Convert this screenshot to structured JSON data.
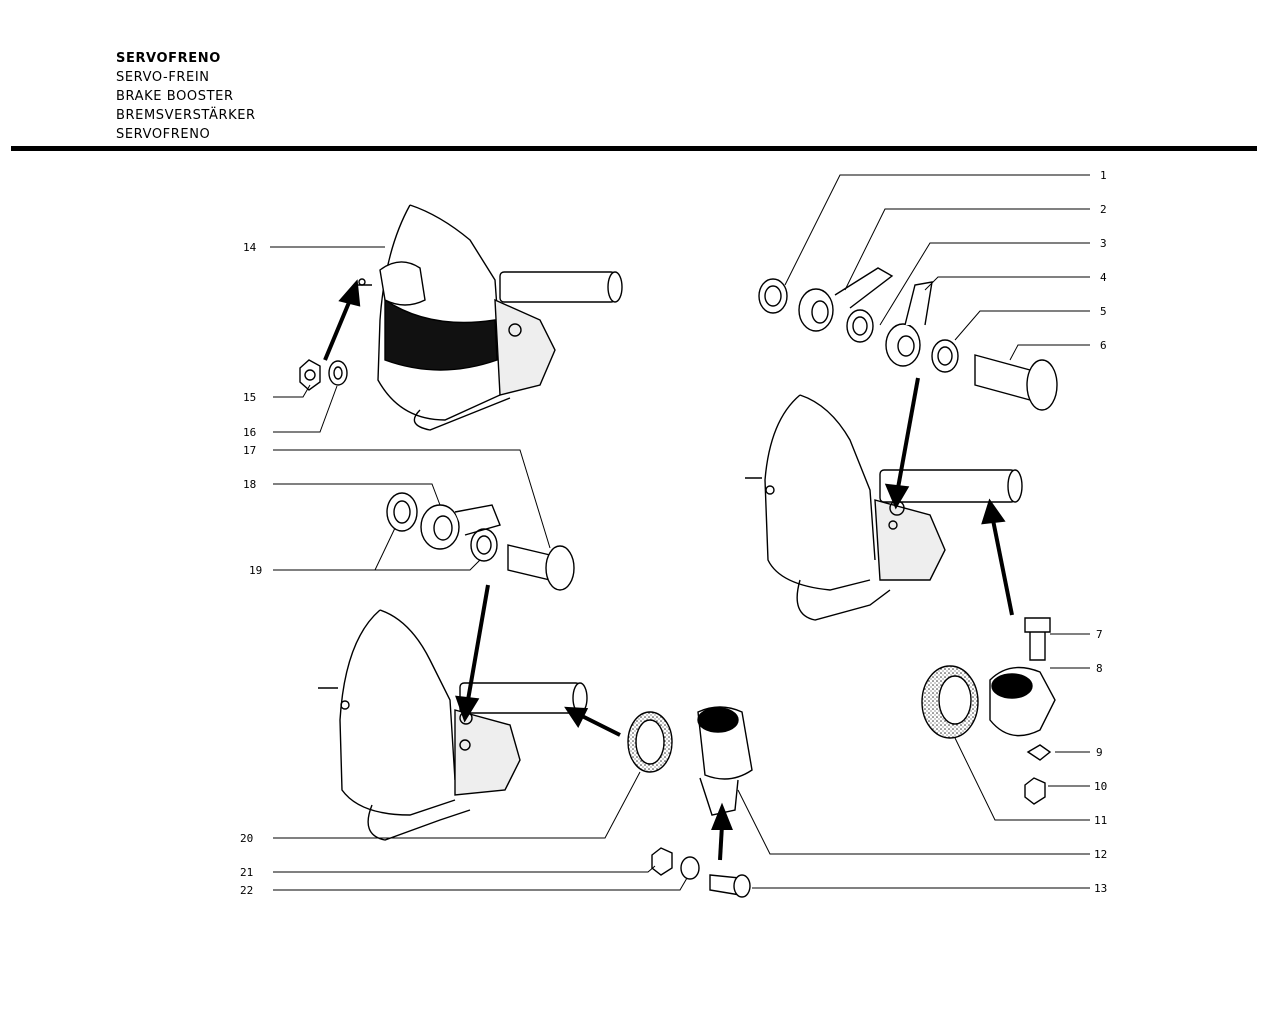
{
  "titles": [
    "SERVOFRENO",
    "SERVO-FREIN",
    "BRAKE BOOSTER",
    "BREMSVERSTÄRKER",
    "SERVOFRENO"
  ],
  "callouts": [
    {
      "label": "1"
    },
    {
      "label": "2"
    },
    {
      "label": "3"
    },
    {
      "label": "4"
    },
    {
      "label": "5"
    },
    {
      "label": "6"
    },
    {
      "label": "7"
    },
    {
      "label": "8"
    },
    {
      "label": "9"
    },
    {
      "label": "10"
    },
    {
      "label": "11"
    },
    {
      "label": "12"
    },
    {
      "label": "13"
    },
    {
      "label": "14"
    },
    {
      "label": "15"
    },
    {
      "label": "16"
    },
    {
      "label": "17"
    },
    {
      "label": "18"
    },
    {
      "label": "19"
    },
    {
      "label": "20"
    },
    {
      "label": "21"
    },
    {
      "label": "22"
    }
  ]
}
